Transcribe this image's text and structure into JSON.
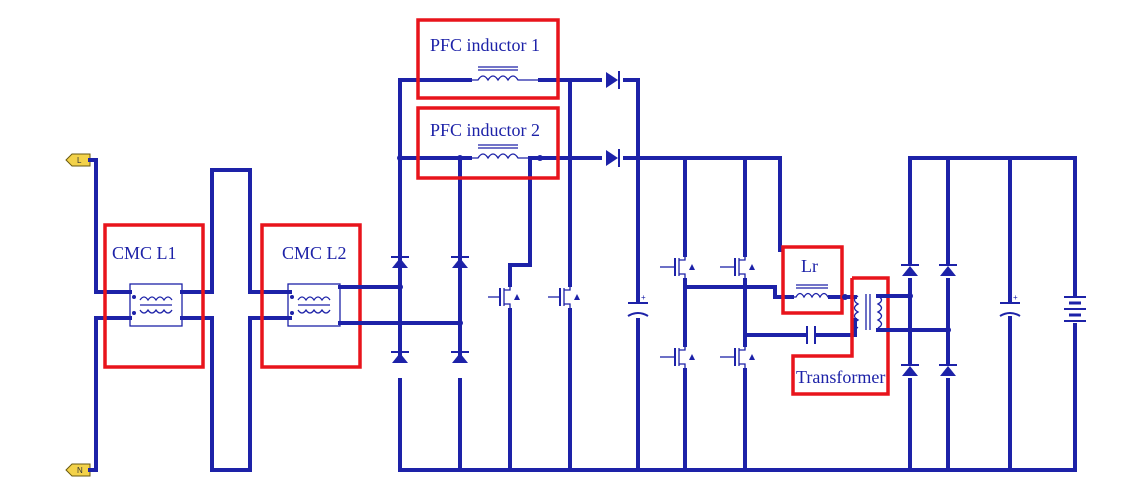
{
  "diagram": {
    "labels": {
      "pfc_inductor_1": "PFC  inductor 1",
      "pfc_inductor_2": "PFC  inductor 2",
      "cmc_l1": "CMC  L1",
      "cmc_l2": "CMC  L2",
      "lr": "Lr",
      "transformer": "Transformer"
    },
    "terminals": {
      "line": "L",
      "neutral": "N"
    },
    "colors": {
      "wire": "#1d22a8",
      "highlight": "#e8141c",
      "terminal_fill": "#f3d24a"
    }
  }
}
